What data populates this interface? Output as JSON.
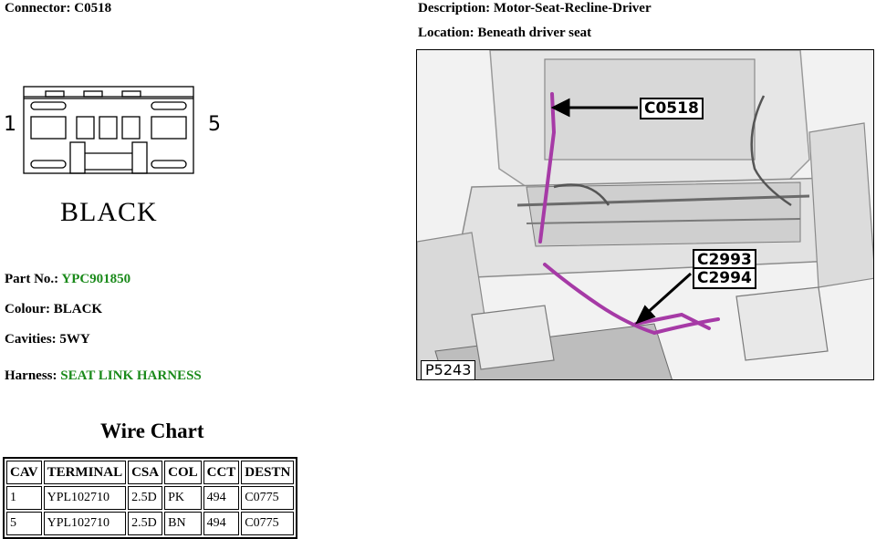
{
  "connector": {
    "label": "Connector:",
    "value": "C0518"
  },
  "description": {
    "label": "Description:",
    "value": "Motor-Seat-Recline-Driver"
  },
  "location": {
    "label": "Location:",
    "value": "Beneath driver seat"
  },
  "part_no": {
    "label": "Part No.:",
    "value": "YPC901850"
  },
  "colour": {
    "label": "Colour:",
    "value": "BLACK"
  },
  "cavities": {
    "label": "Cavities:",
    "value": "5WY"
  },
  "harness": {
    "label": "Harness:",
    "value": "SEAT LINK HARNESS"
  },
  "diagram": {
    "pin_left": "1",
    "pin_right": "5",
    "colour_label": "BLACK"
  },
  "photo": {
    "callouts": [
      "C0518",
      "C2993",
      "C2994"
    ],
    "ref_code": "P5243",
    "harness_color": "#a63aa6"
  },
  "wire_chart": {
    "title": "Wire Chart",
    "headers": [
      "CAV",
      "TERMINAL",
      "CSA",
      "COL",
      "CCT",
      "DESTN"
    ],
    "rows": [
      [
        "1",
        "YPL102710",
        "2.5D",
        "PK",
        "494",
        "C0775"
      ],
      [
        "5",
        "YPL102710",
        "2.5D",
        "BN",
        "494",
        "C0775"
      ]
    ]
  }
}
